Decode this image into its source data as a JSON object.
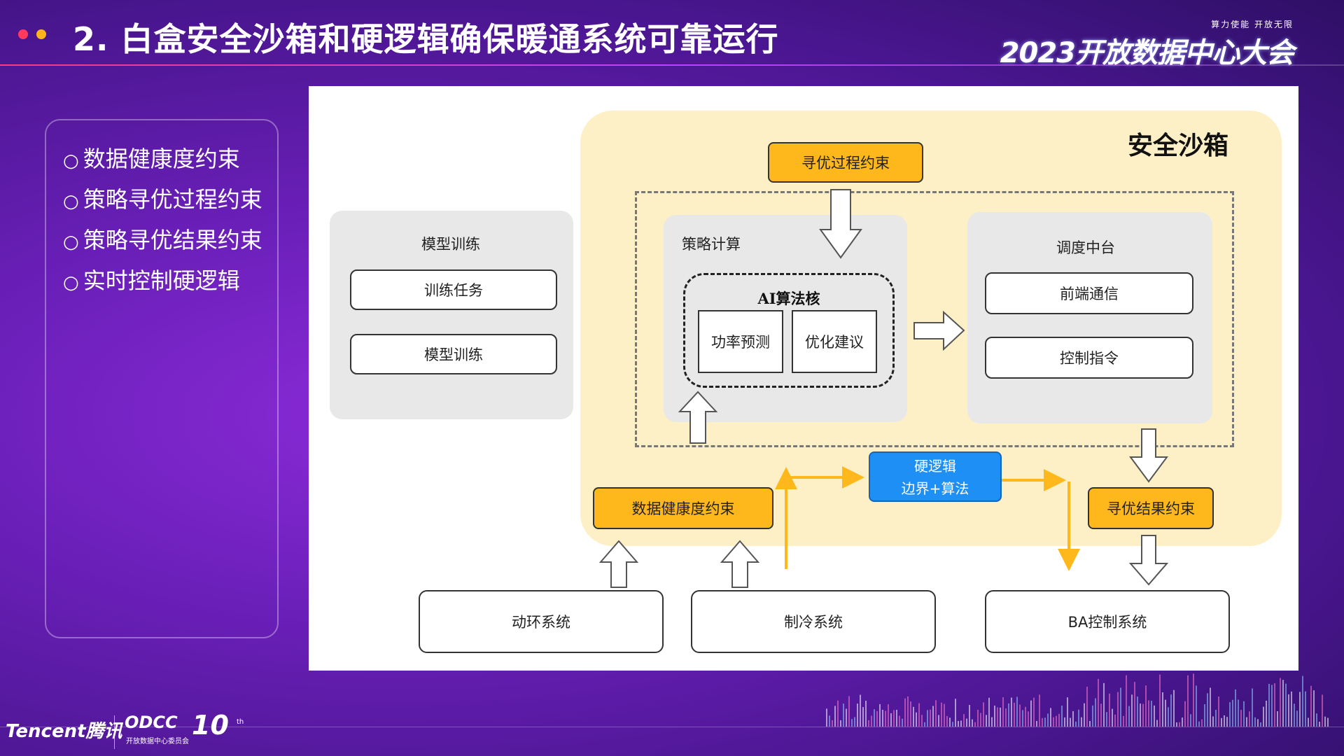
{
  "header": {
    "title": "2. 白盒安全沙箱和硬逻辑确保暖通系统可靠运行",
    "event_sub": "算力使能  开放无限",
    "event_name": "2023开放数据中心大会"
  },
  "left_panel": {
    "bullets": [
      "数据健康度约束",
      "策略寻优过程约束",
      "策略寻优结果约束",
      "实时控制硬逻辑"
    ]
  },
  "diagram": {
    "sandbox_title": "安全沙箱",
    "model_training": {
      "title": "模型训练",
      "items": [
        "训练任务",
        "模型训练"
      ]
    },
    "strategy": {
      "title": "策略计算",
      "ai_core": {
        "title": "AI算法核",
        "items": [
          "功率预测",
          "优化建议"
        ]
      }
    },
    "dispatch": {
      "title": "调度中台",
      "items": [
        "前端通信",
        "控制指令"
      ]
    },
    "constraints": {
      "process": "寻优过程约束",
      "data_health": "数据健康度约束",
      "result": "寻优结果约束"
    },
    "hard_logic": {
      "line1": "硬逻辑",
      "line2": "边界+算法"
    },
    "systems": [
      "动环系统",
      "制冷系统",
      "BA控制系统"
    ]
  },
  "footer": {
    "tencent": "Tencent腾讯",
    "odcc": "ODCC",
    "odcc_sub": "开放数据中心委员会",
    "anniversary": "10",
    "anniversary_sup": "th"
  },
  "colors": {
    "orange": "#ffb81c",
    "blue": "#1d8ff5",
    "sandbox": "#fef0c6",
    "accent_red": "#ff3a5c",
    "accent_yellow": "#ffb31a"
  }
}
